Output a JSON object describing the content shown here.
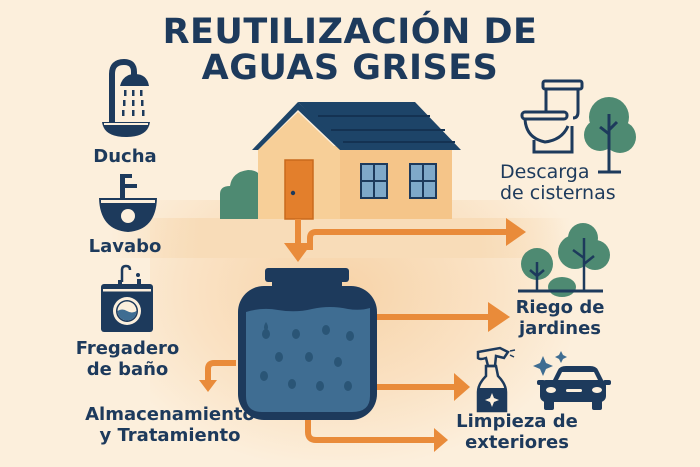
{
  "title": {
    "line1": "REUTILIZACIÓN DE",
    "line2": "AGUAS GRISES"
  },
  "sources": [
    {
      "id": "ducha",
      "label": "Ducha",
      "icon": "shower-icon"
    },
    {
      "id": "lavabo",
      "label": "Lavabo",
      "icon": "sink-basin-icon"
    },
    {
      "id": "fregadero",
      "label_line1": "Fregadero",
      "label_line2": "de baño",
      "icon": "washing-machine-icon"
    }
  ],
  "center": {
    "house_icon": "house-icon",
    "tank_icon": "water-tank-icon",
    "storage_label_line1": "Almacenamiento",
    "storage_label_line2": "y Tratamiento"
  },
  "uses": [
    {
      "id": "cisternas",
      "label_line1": "Descarga",
      "label_line2": "de cisternas",
      "icons": [
        "toilet-icon",
        "tree-icon"
      ]
    },
    {
      "id": "jardines",
      "label_line1": "Riego de",
      "label_line2": "jardines",
      "icons": [
        "trees-icon"
      ]
    },
    {
      "id": "exteriores",
      "label_line1": "Limpieza de",
      "label_line2": "exteriores",
      "icons": [
        "spray-bottle-icon",
        "car-icon"
      ]
    }
  ],
  "colors": {
    "navy": "#1d3a5c",
    "orange": "#e98b3a",
    "green": "#4e8a72",
    "water": "#3f6d92",
    "background": "#fcefdc",
    "house_wall": "#f7cf98"
  }
}
